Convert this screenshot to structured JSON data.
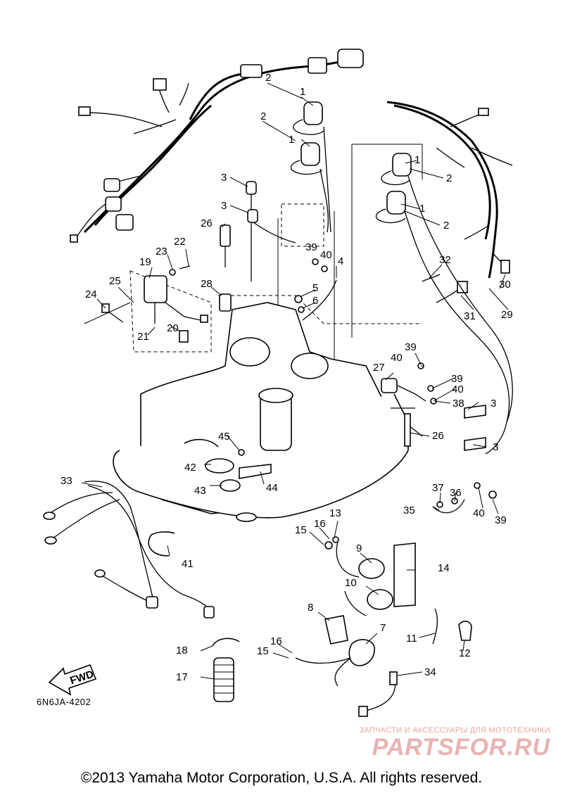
{
  "diagram": {
    "code": "6N6JA-4202",
    "fwd_label": "FWD",
    "callouts": [
      {
        "id": "c1a",
        "text": "1"
      },
      {
        "id": "c1b",
        "text": "1"
      },
      {
        "id": "c1c",
        "text": "1"
      },
      {
        "id": "c1d",
        "text": "1"
      },
      {
        "id": "c2a",
        "text": "2"
      },
      {
        "id": "c2b",
        "text": "2"
      },
      {
        "id": "c2c",
        "text": "2"
      },
      {
        "id": "c2d",
        "text": "2"
      },
      {
        "id": "c3a",
        "text": "3"
      },
      {
        "id": "c3b",
        "text": "3"
      },
      {
        "id": "c3c",
        "text": "3"
      },
      {
        "id": "c3d",
        "text": "3"
      },
      {
        "id": "c4",
        "text": "4"
      },
      {
        "id": "c5",
        "text": "5"
      },
      {
        "id": "c6",
        "text": "6"
      },
      {
        "id": "c7",
        "text": "7"
      },
      {
        "id": "c8",
        "text": "8"
      },
      {
        "id": "c9",
        "text": "9"
      },
      {
        "id": "c10",
        "text": "10"
      },
      {
        "id": "c11",
        "text": "11"
      },
      {
        "id": "c12",
        "text": "12"
      },
      {
        "id": "c13",
        "text": "13"
      },
      {
        "id": "c14",
        "text": "14"
      },
      {
        "id": "c15a",
        "text": "15"
      },
      {
        "id": "c15b",
        "text": "15"
      },
      {
        "id": "c16a",
        "text": "16"
      },
      {
        "id": "c16b",
        "text": "16"
      },
      {
        "id": "c17",
        "text": "17"
      },
      {
        "id": "c18",
        "text": "18"
      },
      {
        "id": "c19",
        "text": "19"
      },
      {
        "id": "c20",
        "text": "20"
      },
      {
        "id": "c21",
        "text": "21"
      },
      {
        "id": "c22",
        "text": "22"
      },
      {
        "id": "c23",
        "text": "23"
      },
      {
        "id": "c24",
        "text": "24"
      },
      {
        "id": "c25",
        "text": "25"
      },
      {
        "id": "c26a",
        "text": "26"
      },
      {
        "id": "c26b",
        "text": "26"
      },
      {
        "id": "c27",
        "text": "27"
      },
      {
        "id": "c28",
        "text": "28"
      },
      {
        "id": "c29",
        "text": "29"
      },
      {
        "id": "c30",
        "text": "30"
      },
      {
        "id": "c31",
        "text": "31"
      },
      {
        "id": "c32",
        "text": "32"
      },
      {
        "id": "c33",
        "text": "33"
      },
      {
        "id": "c34",
        "text": "34"
      },
      {
        "id": "c35",
        "text": "35"
      },
      {
        "id": "c36",
        "text": "36"
      },
      {
        "id": "c37",
        "text": "37"
      },
      {
        "id": "c38",
        "text": "38"
      },
      {
        "id": "c39a",
        "text": "39"
      },
      {
        "id": "c39b",
        "text": "39"
      },
      {
        "id": "c39c",
        "text": "39"
      },
      {
        "id": "c39d",
        "text": "39"
      },
      {
        "id": "c40a",
        "text": "40"
      },
      {
        "id": "c40b",
        "text": "40"
      },
      {
        "id": "c40c",
        "text": "40"
      },
      {
        "id": "c40d",
        "text": "40"
      },
      {
        "id": "c41",
        "text": "41"
      },
      {
        "id": "c42",
        "text": "42"
      },
      {
        "id": "c43",
        "text": "43"
      },
      {
        "id": "c44",
        "text": "44"
      },
      {
        "id": "c45",
        "text": "45"
      }
    ]
  },
  "watermark": {
    "tagline": "ЗАПЧАСТИ И АКСЕССУАРЫ ДЛЯ МОТОТЕХНИКИ",
    "logo": "PARTSFOR.RU",
    "color": "#e8b3b3"
  },
  "copyright": "©2013 Yamaha Motor Corporation, U.S.A. All rights reserved."
}
